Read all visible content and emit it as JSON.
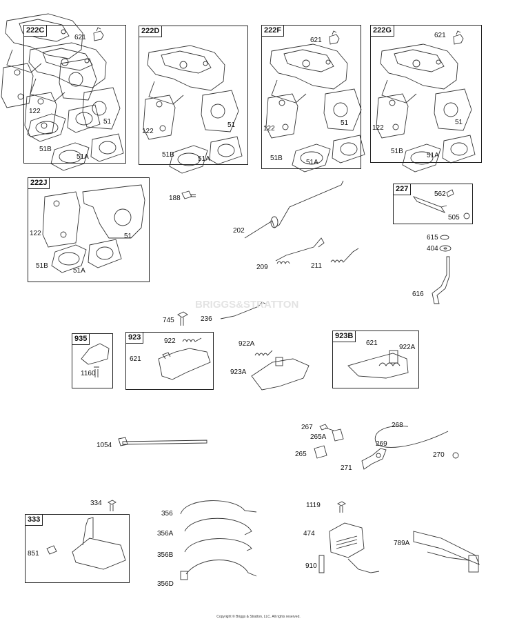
{
  "watermark": "BRIGGS&STRATTON",
  "copyright": "Copyright © Briggs & Stratton, LLC. All rights reserved.",
  "panels": [
    {
      "id": "222C",
      "callouts": [
        "621",
        "122",
        "51",
        "51B",
        "51A"
      ]
    },
    {
      "id": "222D",
      "callouts": [
        "122",
        "51",
        "51B",
        "51A"
      ]
    },
    {
      "id": "222F",
      "callouts": [
        "621",
        "122",
        "51",
        "51B",
        "51A"
      ]
    },
    {
      "id": "222G",
      "callouts": [
        "621",
        "122",
        "51",
        "51B",
        "51A"
      ]
    },
    {
      "id": "222J",
      "callouts": [
        "122",
        "51",
        "51B",
        "51A"
      ]
    },
    {
      "id": "227",
      "callouts": [
        "562",
        "505"
      ]
    },
    {
      "id": "935",
      "callouts": [
        "1160"
      ]
    },
    {
      "id": "923",
      "callouts": [
        "922",
        "621"
      ]
    },
    {
      "id": "923B",
      "callouts": [
        "621",
        "922A"
      ]
    },
    {
      "id": "333",
      "callouts": [
        "851"
      ]
    }
  ],
  "loose_callouts": [
    "188",
    "202",
    "209",
    "211",
    "615",
    "404",
    "616",
    "745",
    "236",
    "922A",
    "923A",
    "1054",
    "267",
    "265A",
    "265",
    "268",
    "269",
    "270",
    "271",
    "334",
    "356",
    "356A",
    "356B",
    "356D",
    "1119",
    "474",
    "910",
    "789A"
  ]
}
